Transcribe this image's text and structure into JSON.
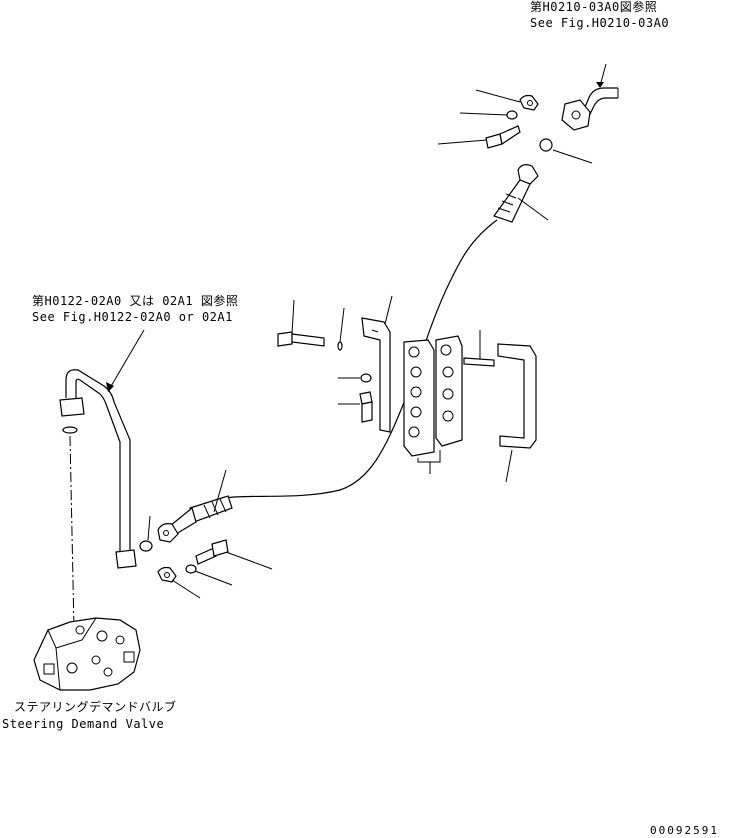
{
  "refs": {
    "top_right_jp": "第H0210-03A0図参照",
    "top_right_en": "See Fig.H0210-03A0",
    "mid_left_jp": "第H0122-02A0 又は 02A1 図参照",
    "mid_left_en": "See Fig.H0122-02A0 or 02A1"
  },
  "valve": {
    "label_jp": "ステアリングデマンドバルブ",
    "label_en": "Steering Demand Valve"
  },
  "drawing_number": "00092591",
  "icons": {
    "line_style": "black-line-art"
  }
}
